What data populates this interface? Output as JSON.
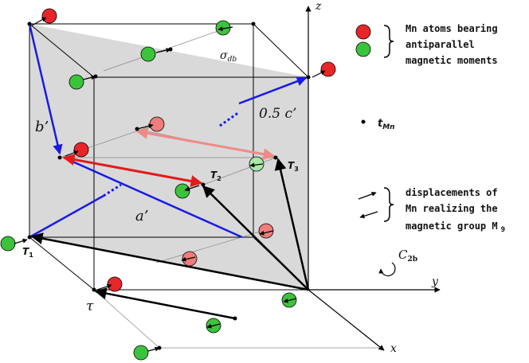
{
  "colors": {
    "atom_red": "#e8262a",
    "atom_green": "#3bc43b",
    "atom_red_light": "#f07c7c",
    "atom_green_light": "#a8e8a8",
    "vector_blue": "#1a1ae6",
    "vector_red": "#e21b1b",
    "vector_pink": "#f08a8a",
    "plane_fill": "#d9d9d9",
    "axis": "#000000"
  },
  "axes": {
    "x": "x",
    "y": "y",
    "z": "z"
  },
  "labels": {
    "sigma": "σ",
    "sigma_sub": "db",
    "b_prime": "b’",
    "a_prime": "a’",
    "c_half": "0.5 c’",
    "tau": "τ",
    "T1": "T",
    "T1_sub": "1",
    "T2": "T",
    "T2_sub": "2",
    "T3": "T",
    "T3_sub": "3",
    "C2b": "C",
    "C2b_sub": "2b"
  },
  "legend": {
    "atoms_line1": "Mn atoms bearing",
    "atoms_line2": "antiparallel",
    "atoms_line3": "magnetic moments",
    "t_label": "t",
    "t_sub": "Mn",
    "disp_line1": "displacements of",
    "disp_line2": "Mn realizing the",
    "disp_line3": "magnetic group M",
    "disp_sub": "9"
  }
}
